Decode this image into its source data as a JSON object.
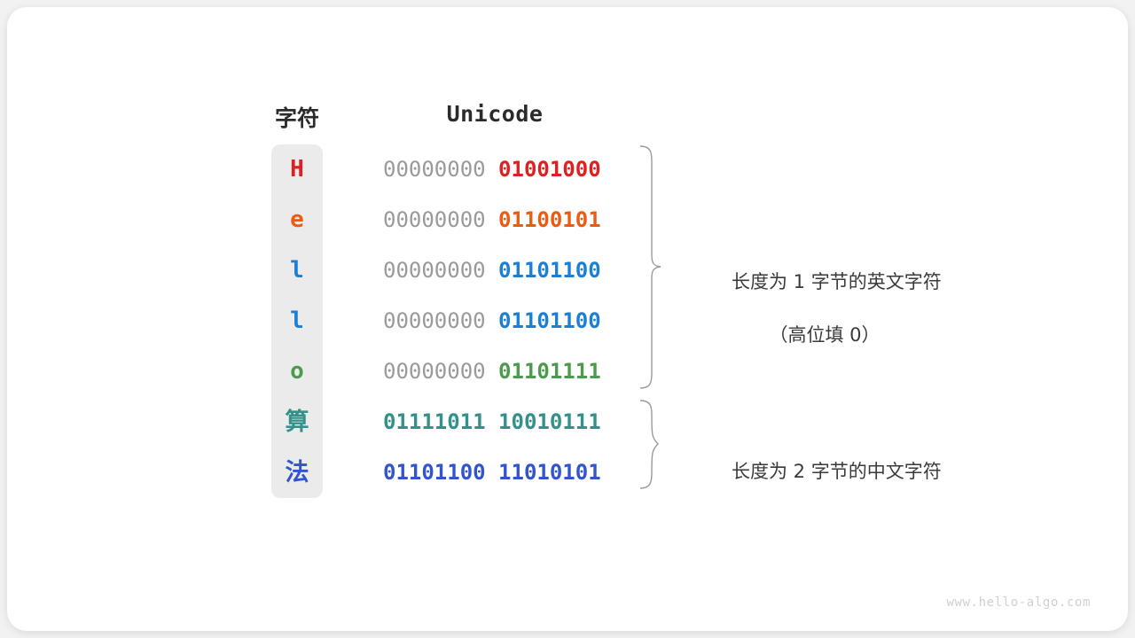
{
  "figure": {
    "headers": {
      "character": "字符",
      "encoding": "Unicode"
    },
    "rows": [
      {
        "char": "H",
        "color": "#e02020",
        "high_byte": "00000000",
        "low_byte": "01001000",
        "two_byte": false
      },
      {
        "char": "e",
        "color": "#ec5b11",
        "high_byte": "00000000",
        "low_byte": "01100101",
        "two_byte": false
      },
      {
        "char": "l",
        "color": "#1b7fd4",
        "high_byte": "00000000",
        "low_byte": "01101100",
        "two_byte": false
      },
      {
        "char": "l",
        "color": "#1b7fd4",
        "high_byte": "00000000",
        "low_byte": "01101100",
        "two_byte": false
      },
      {
        "char": "o",
        "color": "#4c9a4c",
        "high_byte": "00000000",
        "low_byte": "01101111",
        "two_byte": false
      },
      {
        "char": "算",
        "color": "#339189",
        "high_byte": "01111011",
        "low_byte": "10010111",
        "two_byte": true
      },
      {
        "char": "法",
        "color": "#3355cc",
        "high_byte": "01101100",
        "low_byte": "11010101",
        "two_byte": true
      }
    ],
    "annotations": [
      {
        "line1": "长度为 1 字节的英文字符",
        "line2": "（高位填 0）"
      },
      {
        "line1": "长度为 2 字节的中文字符",
        "line2": ""
      }
    ],
    "watermark": "www.hello-algo.com",
    "colors": {
      "card_background": "#ffffff",
      "page_background": "#f2f2f2",
      "char_column_background": "#ebebeb",
      "padding_bits": "#9a9a9a",
      "brace_stroke": "#9b9b9b",
      "text": "#3a3a3a"
    }
  }
}
